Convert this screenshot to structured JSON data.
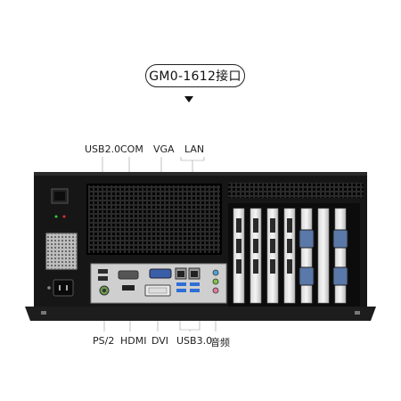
{
  "model_label": "GM0-1612接口",
  "top_labels": {
    "usb20": "USB2.0",
    "com": "COM",
    "vga": "VGA",
    "lan": "LAN"
  },
  "bottom_labels": {
    "ps2": "PS/2",
    "hdmi": "HDMI",
    "dvi": "DVI",
    "usb30": "USB3.0",
    "audio": "音频"
  }
}
